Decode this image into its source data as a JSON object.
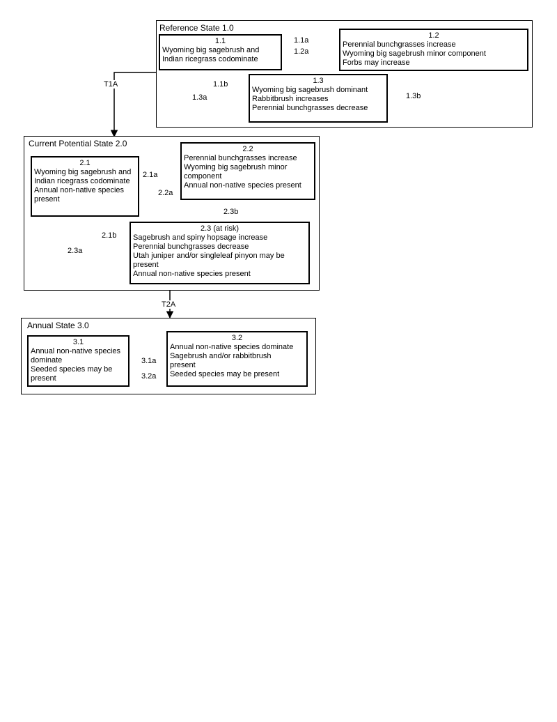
{
  "states": {
    "reference": {
      "title": "Reference State 1.0",
      "p11": {
        "id": "1.1",
        "lines": [
          "Wyoming big sagebrush and",
          "Indian ricegrass codominate"
        ]
      },
      "p12": {
        "id": "1.2",
        "lines": [
          "Perennial bunchgrasses increase",
          "Wyoming big sagebrush minor component",
          "Forbs may increase"
        ]
      },
      "p13": {
        "id": "1.3",
        "lines": [
          "Wyoming big sagebrush dominant",
          "Rabbitbrush increases",
          "Perennial bunchgrasses decrease"
        ]
      }
    },
    "current": {
      "title": "Current Potential State 2.0",
      "p21": {
        "id": "2.1",
        "lines": [
          "Wyoming big sagebrush and",
          "Indian ricegrass codominate",
          "Annual non-native species",
          "present"
        ]
      },
      "p22": {
        "id": "2.2",
        "lines": [
          "Perennial bunchgrasses increase",
          "Wyoming big sagebrush minor",
          "component",
          "Annual non-native species present"
        ]
      },
      "p23": {
        "id": "2.3 (at risk)",
        "lines": [
          "Sagebrush and spiny hopsage increase",
          "Perennial bunchgrasses decrease",
          "Utah juniper and/or singleleaf pinyon may be",
          "present",
          "Annual non-native species present"
        ]
      }
    },
    "annual": {
      "title": "Annual State 3.0",
      "p31": {
        "id": "3.1",
        "lines": [
          "Annual non-native species",
          "dominate",
          "Seeded species may be",
          "present"
        ]
      },
      "p32": {
        "id": "3.2",
        "lines": [
          "Annual non-native species dominate",
          "Sagebrush and/or rabbitbrush",
          "present",
          "Seeded species may be present"
        ]
      }
    }
  },
  "transitions": {
    "t1a": "T1A",
    "t2a": "T2A",
    "r11a": "1.1a",
    "r12a": "1.2a",
    "r11b": "1.1b",
    "r13a": "1.3a",
    "r13b": "1.3b",
    "r21a": "2.1a",
    "r22a": "2.2a",
    "r21b": "2.1b",
    "r23a": "2.3a",
    "r23b": "2.3b",
    "r31a": "3.1a",
    "r32a": "3.2a"
  }
}
